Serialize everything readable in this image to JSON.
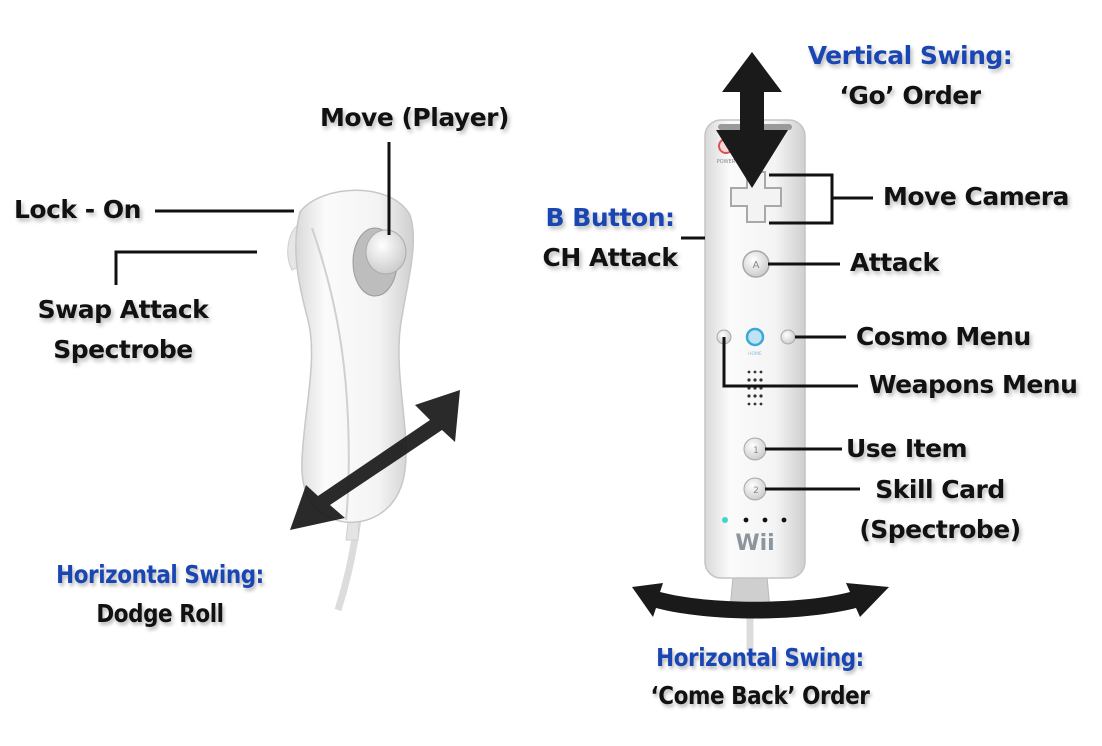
{
  "colors": {
    "heading_blue": "#1a46b4",
    "label_black": "#111111",
    "controller_white": "#f1f1f1",
    "arrow_black": "#1a1a1a",
    "power_red": "#d9534f",
    "home_blue": "#3aa8d8",
    "led_cyan": "#3fd6c8"
  },
  "nunchuk": {
    "move": "Move (Player)",
    "lock_on": "Lock - On",
    "swap_attack": [
      "Swap Attack",
      "Spectrobe"
    ],
    "horizontal_swing": {
      "heading": "Horizontal Swing:",
      "action": "Dodge Roll"
    }
  },
  "wiimote": {
    "vertical_swing": {
      "heading": "Vertical Swing:",
      "action": "‘Go’ Order"
    },
    "b_button": {
      "heading": "B Button:",
      "action": "CH Attack"
    },
    "move_camera": "Move Camera",
    "attack": "Attack",
    "cosmo_menu": "Cosmo Menu",
    "weapons_menu": "Weapons Menu",
    "use_item": "Use Item",
    "skill_card": [
      "Skill Card",
      "(Spectrobe)"
    ],
    "horizontal_swing": {
      "heading": "Horizontal Swing:",
      "action": "‘Come Back’ Order"
    },
    "device_text": {
      "logo": "Wii",
      "power": "POWER",
      "home": "HOME",
      "a": "A",
      "one": "1",
      "two": "2"
    }
  }
}
